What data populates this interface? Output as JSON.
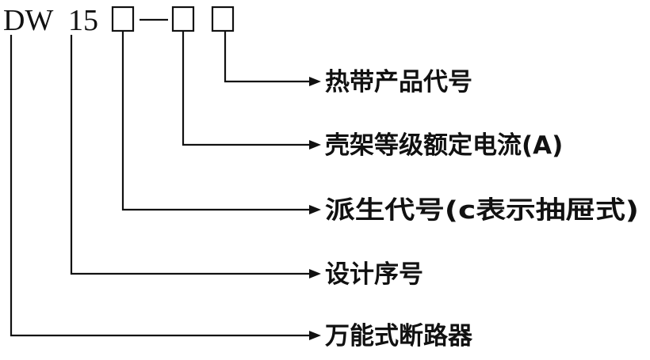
{
  "model_code": {
    "series": "DW",
    "design_number": "15",
    "dash": "—"
  },
  "descriptions": {
    "hot_product": "热带产品代号",
    "frame_current": "壳架等级额定电流(A)",
    "derivative": "派生代号(c表示抽屉式)",
    "design_serial": "设计序号",
    "breaker_type": "万能式断路器"
  }
}
